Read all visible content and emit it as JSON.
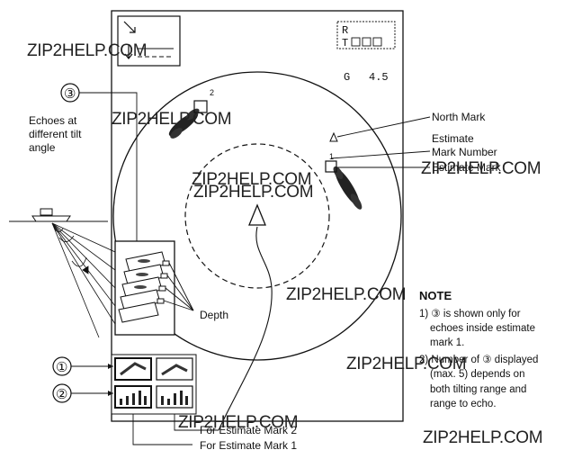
{
  "display": {
    "r_label": "R",
    "t_label": "T",
    "gain_label": "G",
    "gain_value": "4.5",
    "compass_arrow_note": "↘",
    "small_mark_number": "2",
    "mark_number_1": "1"
  },
  "labels": {
    "echoes_line1": "Echoes at",
    "echoes_line2": "different tilt",
    "echoes_line3": "angle",
    "north_mark": "North Mark",
    "estimate_line1": "Estimate",
    "estimate_line2": "Mark Number",
    "estimate_mark": "Estimate Mark",
    "depth": "Depth",
    "for_mark_2": "For Estimate Mark 2",
    "for_mark_1": "For Estimate Mark 1"
  },
  "callouts": {
    "circle_1": "①",
    "circle_2": "②",
    "circle_3": "③"
  },
  "note": {
    "title": "NOTE",
    "line1": "1) ③ is shown only for",
    "line2": "echoes inside estimate",
    "line3": "mark 1.",
    "line4": "2) Number of ③ displayed",
    "line5": "(max. 5) depends on",
    "line6": "both tilting range and",
    "line7": "range to echo."
  },
  "watermark": {
    "text": "ZIP2HELP.COM"
  }
}
